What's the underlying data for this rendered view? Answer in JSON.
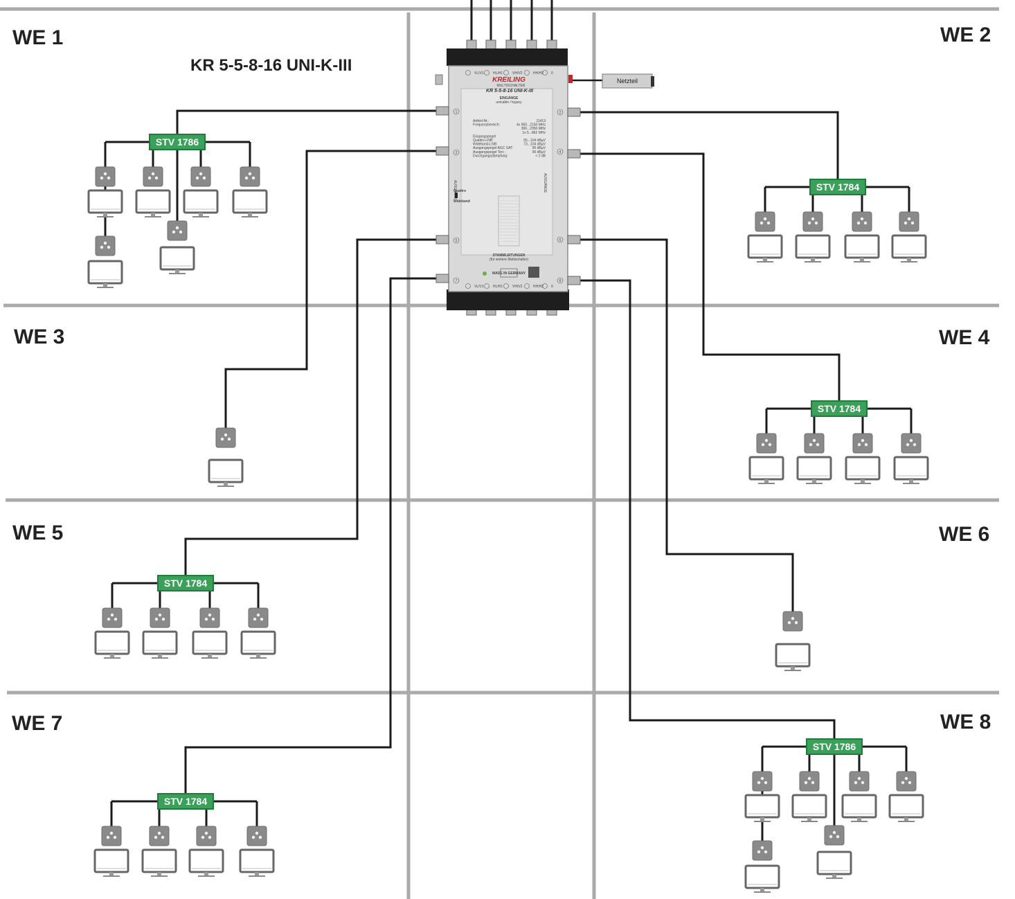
{
  "title": "KR 5-5-8-16 UNI-K-III",
  "zones": [
    "WE 1",
    "WE 2",
    "WE 3",
    "WE 4",
    "WE 5",
    "WE 6",
    "WE 7",
    "WE 8"
  ],
  "power_supply": "Netzteil",
  "multiswitch": {
    "brand": "KREILING",
    "subtitle": "MULTISCHALTER",
    "model": "KR 5-5-8-16 UNI-K-III",
    "inputs_heading": "EINGÄNGE",
    "inputs_sub": "unicable / legacy",
    "input_labels": [
      "VL/V1",
      "HL/H1",
      "VH/V2",
      "HH/H2",
      "0"
    ],
    "spec_keys": [
      "Artikel-Nr.:",
      "Frequenzbereich:",
      "",
      "",
      "Eingangspegel",
      "Quattro-LNB:",
      "Wideband-LNB:",
      "Ausgangspegel AGC SAT:",
      "Ausgangspegel Terr.:",
      "Durchgangsdämpfung:"
    ],
    "spec_values": [
      "11413",
      "4x 950...2150 MHz",
      "300...2350 MHz",
      "1x 5...862 MHz",
      "",
      "65...104 dBµV",
      "73...104 dBµV",
      "95 dBµV",
      "90 dBµV",
      "< 2 dB"
    ],
    "side_label": "AUSGÄNGE",
    "switch_labels": [
      "Quattro",
      "Wideband"
    ],
    "trunk_heading": "STAMMLEITUNGEN",
    "trunk_sub": "(für weitere Multischalter)",
    "made_in": "MADE IN GERMANY",
    "output_numbers": [
      "1",
      "2",
      "3",
      "4",
      "5",
      "6",
      "7",
      "8"
    ]
  },
  "splitters": [
    {
      "zone": "WE 1",
      "label": "STV 1786",
      "outlets": 6
    },
    {
      "zone": "WE 2",
      "label": "STV 1784",
      "outlets": 4
    },
    {
      "zone": "WE 4",
      "label": "STV 1784",
      "outlets": 4
    },
    {
      "zone": "WE 5",
      "label": "STV 1784",
      "outlets": 4
    },
    {
      "zone": "WE 7",
      "label": "STV 1784",
      "outlets": 4
    },
    {
      "zone": "WE 8",
      "label": "STV 1786",
      "outlets": 6
    }
  ],
  "direct_outlets": [
    {
      "zone": "WE 3",
      "outlets": 1
    },
    {
      "zone": "WE 6",
      "outlets": 1
    }
  ],
  "colors": {
    "wall": "#aaaaaa",
    "cable": "#1a1a1a",
    "splitter_fill": "#3aa05a",
    "splitter_stroke": "#1f7a3c",
    "socket": "#8a8a8a",
    "device_body": "#666666"
  }
}
